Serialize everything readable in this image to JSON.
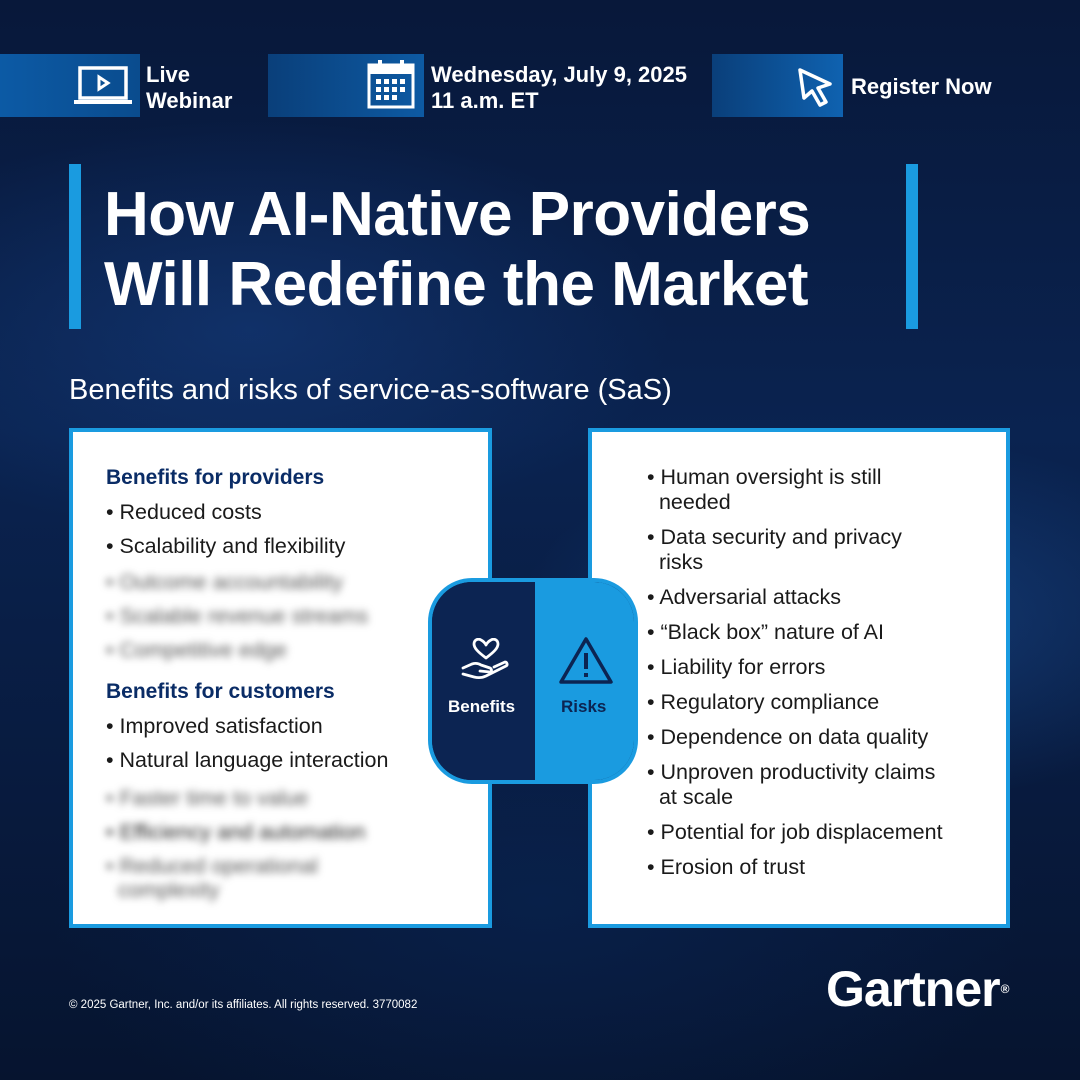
{
  "header": {
    "webinar_line1": "Live",
    "webinar_line2": "Webinar",
    "date_line": "Wednesday, July 9, 2025",
    "time_line": "11 a.m. ET",
    "register_label": "Register Now",
    "icons": [
      "laptop-icon",
      "calendar-icon",
      "cursor-icon"
    ]
  },
  "title": {
    "line1": "How AI-Native Providers",
    "line2": "Will Redefine the Market"
  },
  "subtitle": "Benefits and risks of service-as-software (SaS)",
  "benefits": {
    "providers_heading": "Benefits for providers",
    "providers_items": [
      "• Reduced costs",
      "• Scalability and flexibility"
    ],
    "providers_blurred": [
      "• Outcome accountability",
      "• Scalable revenue streams",
      "• Competitive edge"
    ],
    "customers_heading": "Benefits for customers",
    "customers_items": [
      "• Improved satisfaction",
      "• Natural language interaction"
    ],
    "customers_blurred": [
      "• Faster time to value",
      "• Efficiency and automation",
      "• Reduced operational",
      "  complexity"
    ]
  },
  "risks": {
    "items": [
      "• Human oversight is still",
      "  needed",
      "• Data security and privacy",
      "  risks",
      "• Adversarial attacks",
      "• “Black box” nature of AI",
      "• Liability for errors",
      "• Regulatory compliance",
      "• Dependence on data quality",
      "• Unproven productivity claims",
      "  at scale",
      "• Potential for job displacement",
      "• Erosion of trust"
    ]
  },
  "badge": {
    "benefits_label": "Benefits",
    "risks_label": "Risks"
  },
  "footer": {
    "copyright": "© 2025 Gartner, Inc. and/or its affiliates. All rights reserved. 3770082",
    "brand": "Gartner",
    "brand_mark": "®"
  },
  "colors": {
    "accent": "#1a9be0",
    "navy": "#0c2452",
    "heading": "#0a2c66"
  }
}
